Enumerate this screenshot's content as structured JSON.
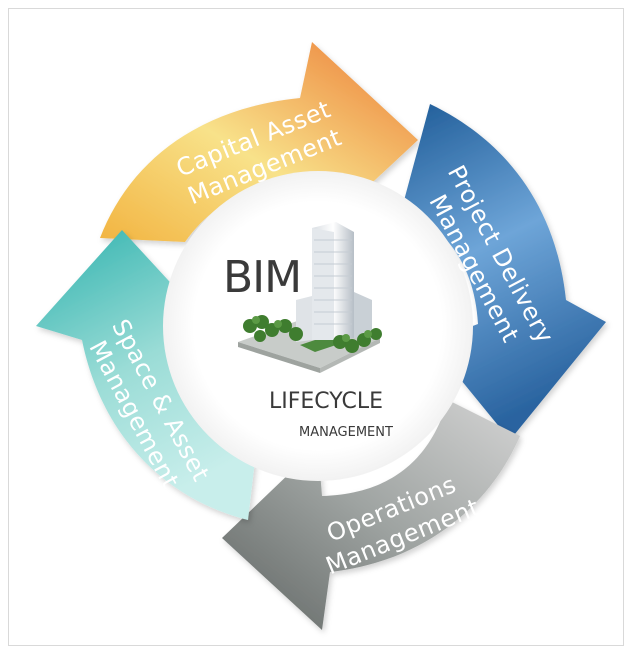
{
  "center": {
    "title": "BIM",
    "subtitle_main": "LIFECYCLE",
    "subtitle_small": "MANAGEMENT"
  },
  "arrows": {
    "capital": {
      "line1": "Capital Asset",
      "line2": "Management"
    },
    "project": {
      "line1": "Project Delivery",
      "line2": "Management"
    },
    "operations": {
      "line1": "Operations",
      "line2": "Management"
    },
    "space": {
      "line1": "Space & Asset",
      "line2": "Management"
    }
  },
  "colors": {
    "capital_start": "#f7e07a",
    "capital_end": "#ef7f3a",
    "project_start": "#7eb0dc",
    "project_end": "#1f5c98",
    "operations_start": "#c9c9c9",
    "operations_end": "#6b6f6d",
    "space_start": "#37b7b4",
    "space_end": "#b6e8e4"
  },
  "images": {
    "building": "office-tower-with-trees"
  }
}
